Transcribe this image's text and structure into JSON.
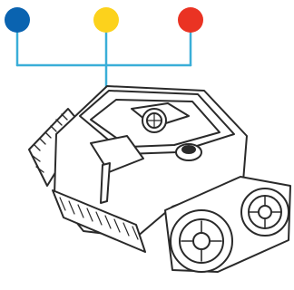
{
  "indicators": [
    {
      "name": "blue-indicator-dot",
      "color": "#0a63b0"
    },
    {
      "name": "yellow-indicator-dot",
      "color": "#fcd21c"
    },
    {
      "name": "red-indicator-dot",
      "color": "#ea3323"
    }
  ],
  "connector_color": "#3aaed8",
  "outline_color": "#2a2a2a",
  "subject": "pool-cleaner-robot-icon"
}
